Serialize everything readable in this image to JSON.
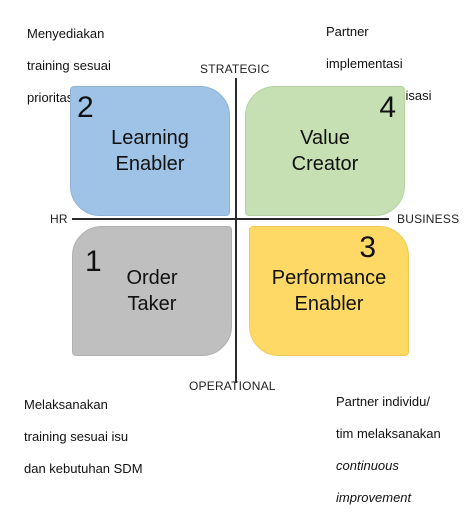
{
  "notes": {
    "top_left": [
      "Menyediakan",
      "training sesuai",
      "prioritas SDM"
    ],
    "top_right": [
      "Partner",
      "implementasi",
      "strategi organisasi"
    ],
    "bottom_left": [
      "Melaksanakan",
      "training sesuai isu",
      "dan kebutuhan SDM"
    ],
    "bottom_right": [
      "Partner individu/",
      "tim melaksanakan",
      "continuous",
      "improvement"
    ]
  },
  "axes": {
    "top": "STRATEGIC",
    "bottom": "OPERATIONAL",
    "left": "HR",
    "right": "BUSINESS"
  },
  "quadrants": {
    "q2": {
      "number": "2",
      "label": "Learning\nEnabler",
      "color": "#9ec3e6"
    },
    "q4": {
      "number": "4",
      "label": "Value\nCreator",
      "color": "#c6e0b4"
    },
    "q1": {
      "number": "1",
      "label": "Order\nTaker",
      "color": "#bfbfbf"
    },
    "q3": {
      "number": "3",
      "label": "Performance\nEnabler",
      "color": "#ffd966"
    }
  }
}
